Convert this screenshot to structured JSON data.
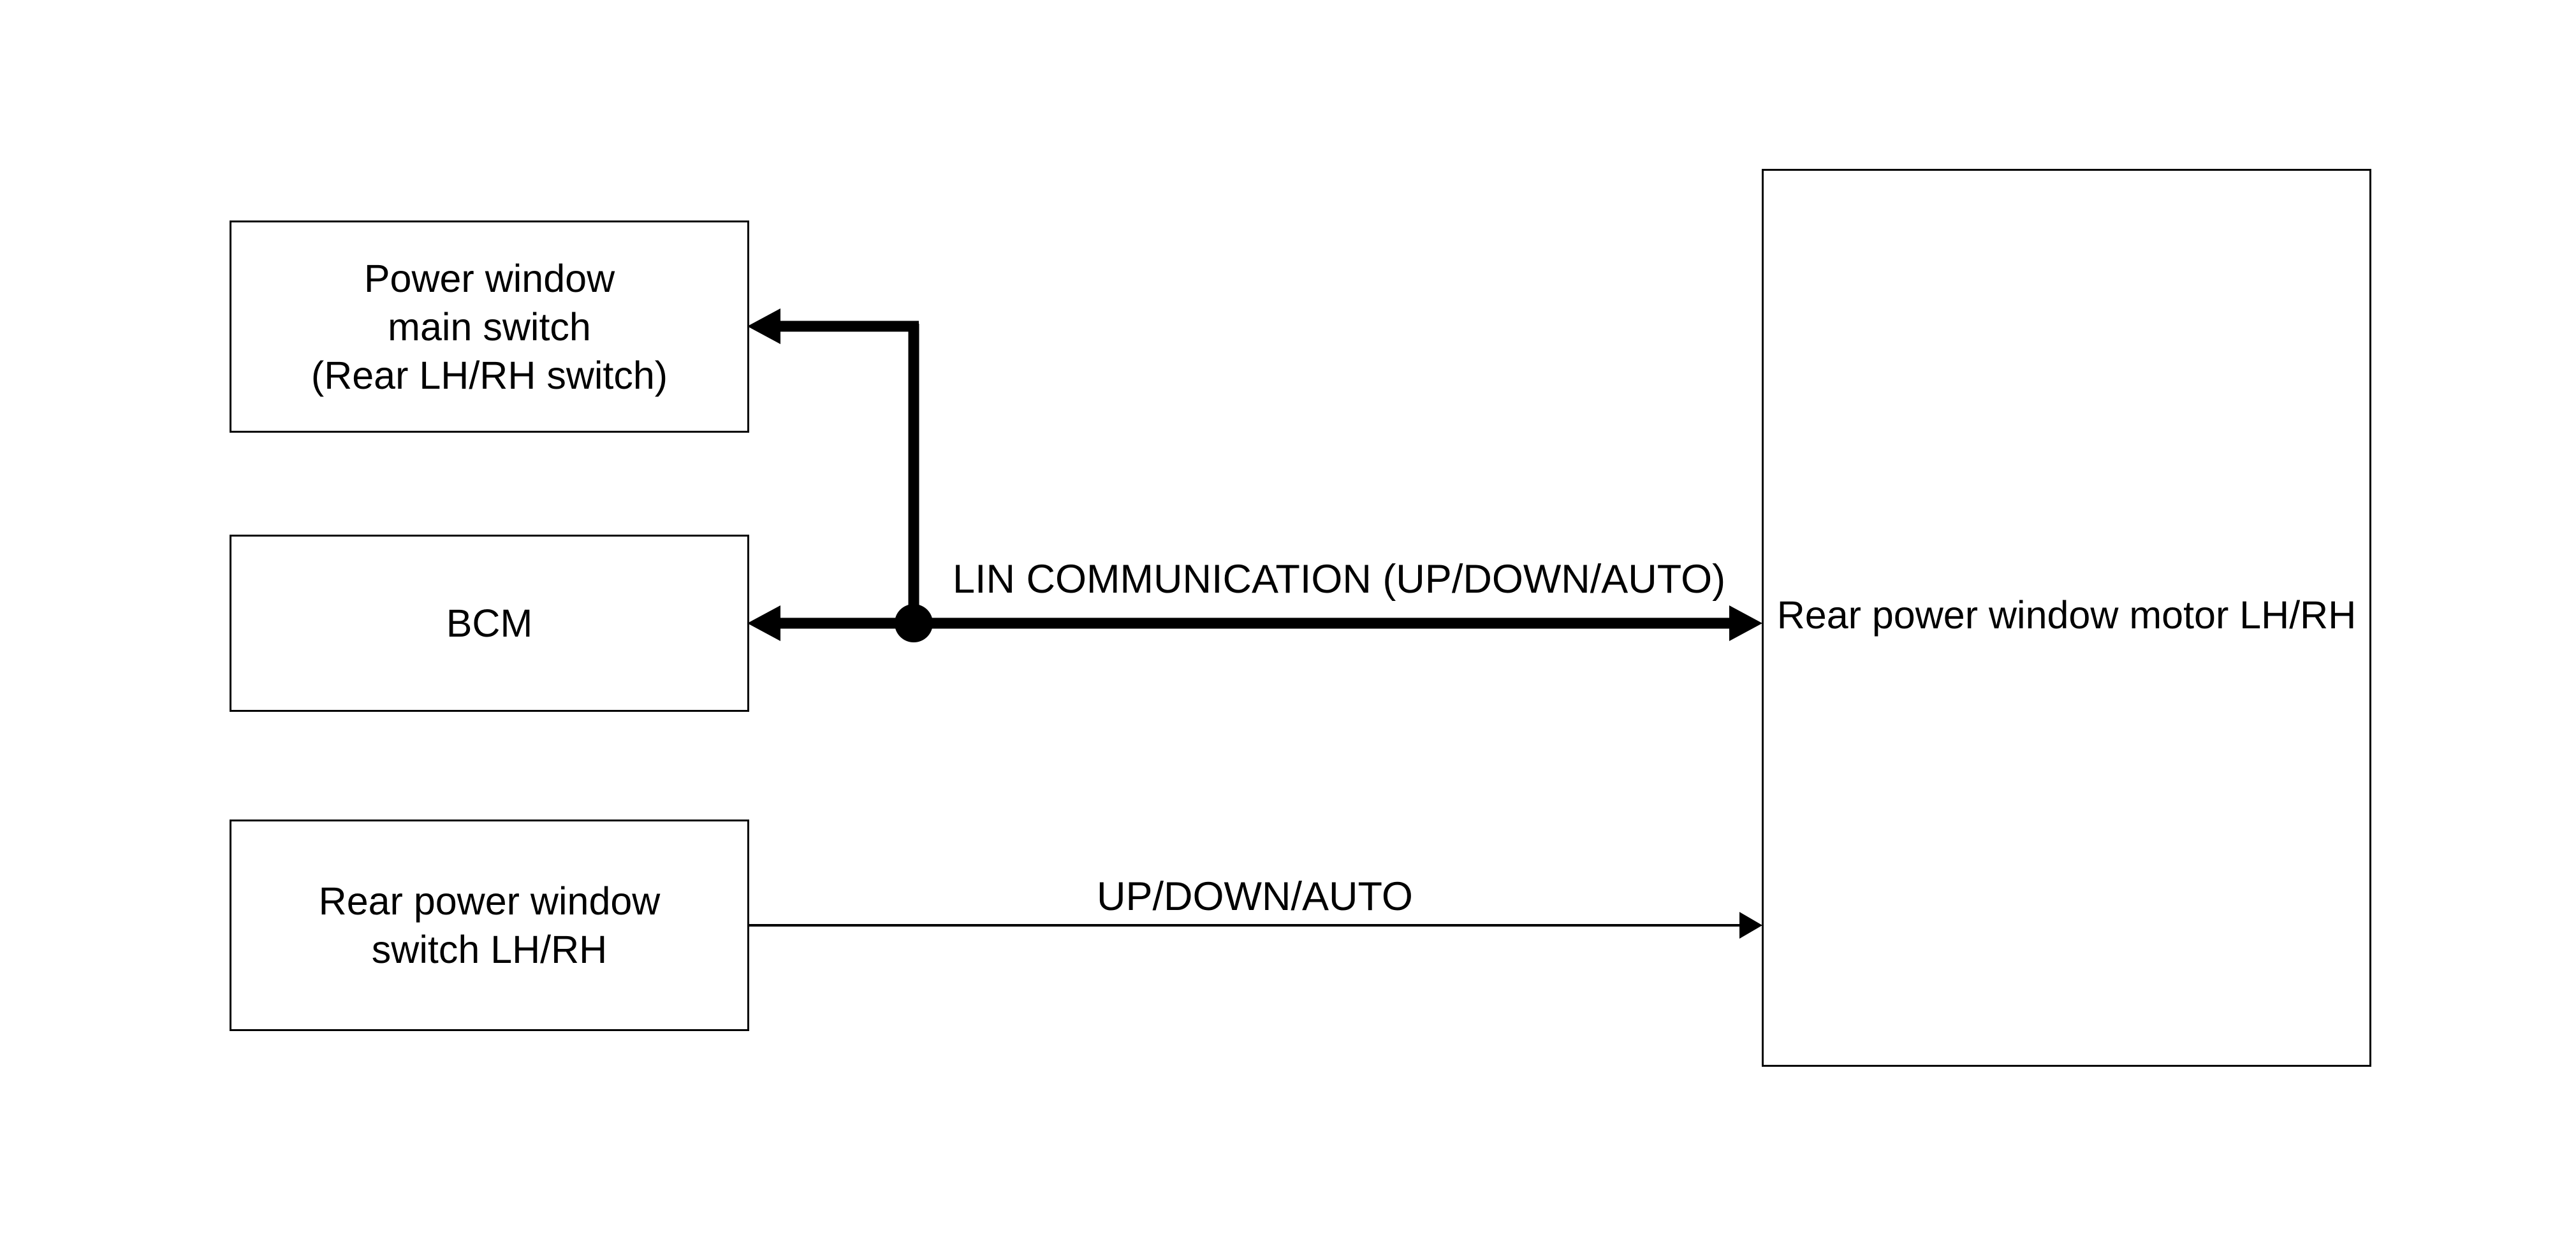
{
  "blocks": {
    "main_switch": {
      "lines": [
        "Power window",
        "main switch",
        "(Rear LH/RH switch)"
      ]
    },
    "bcm": {
      "lines": [
        "BCM"
      ]
    },
    "rear_switch": {
      "lines": [
        "Rear power window",
        "switch LH/RH"
      ]
    },
    "motor": {
      "lines": [
        "Rear power window motor LH/RH"
      ]
    }
  },
  "signals": {
    "lin": "LIN COMMUNICATION (UP/DOWN/AUTO)",
    "updown": "UP/DOWN/AUTO"
  },
  "colors": {
    "line": "#000000",
    "background": "#ffffff"
  }
}
